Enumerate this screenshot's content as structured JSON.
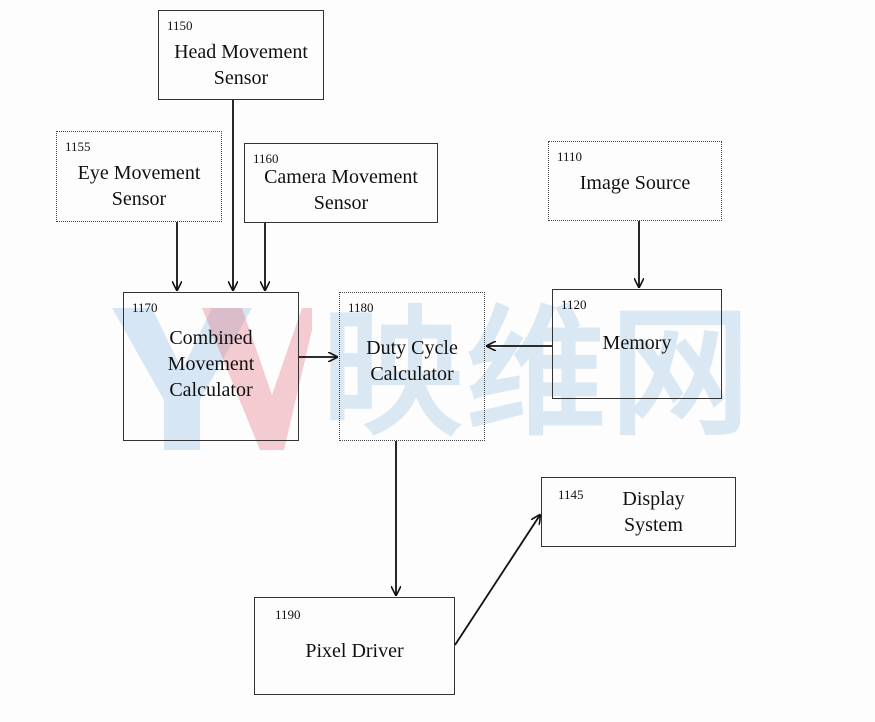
{
  "blocks": {
    "b1150": {
      "ref": "1150",
      "label": "Head Movement\nSensor"
    },
    "b1155": {
      "ref": "1155",
      "label": "Eye Movement\nSensor"
    },
    "b1160": {
      "ref": "1160",
      "label": "Camera Movement\nSensor"
    },
    "b1110": {
      "ref": "1110",
      "label": "Image Source"
    },
    "b1170": {
      "ref": "1170",
      "label": "Combined\nMovement\nCalculator"
    },
    "b1180": {
      "ref": "1180",
      "label": "Duty Cycle\nCalculator"
    },
    "b1120": {
      "ref": "1120",
      "label": "Memory"
    },
    "b1145": {
      "ref": "1145",
      "label": "Display\nSystem"
    },
    "b1190": {
      "ref": "1190",
      "label": "Pixel Driver"
    }
  },
  "watermark": {
    "text": "映维网",
    "colors": {
      "y": "#a8c8e6",
      "v": "#e8a0a8"
    }
  }
}
